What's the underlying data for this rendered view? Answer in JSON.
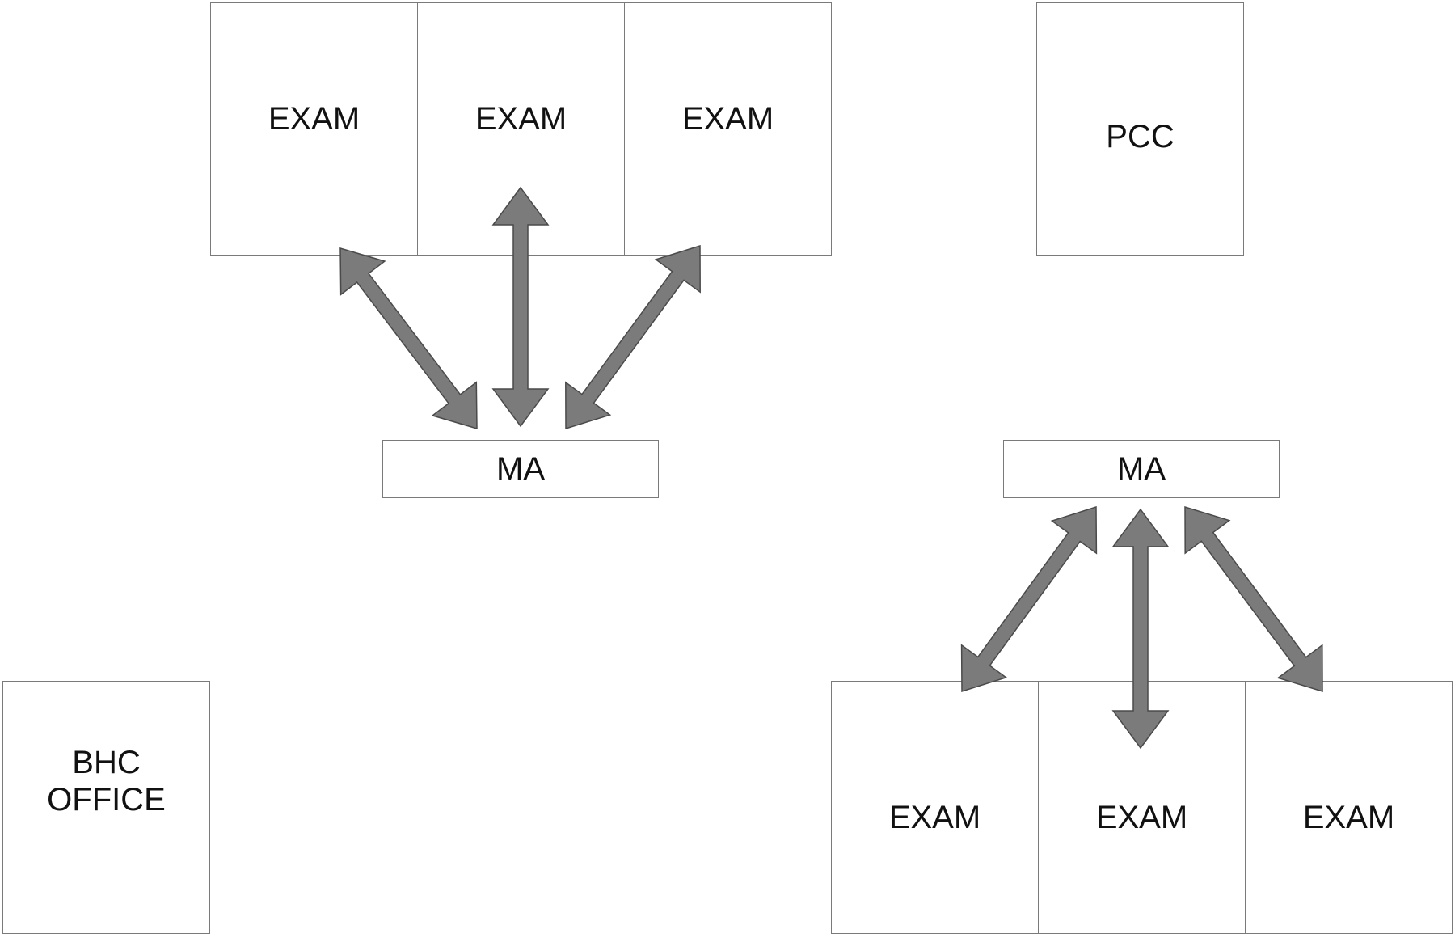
{
  "colors": {
    "background": "#ffffff",
    "room_border": "#7a7a7a",
    "arrow_fill": "#7b7b7b",
    "arrow_stroke": "#4a4a4a",
    "text": "#111111"
  },
  "top_cluster": {
    "exam_rooms": [
      "EXAM",
      "EXAM",
      "EXAM"
    ],
    "ma_station": "MA",
    "connections": 3
  },
  "pcc_room": "PCC",
  "bottom_cluster": {
    "ma_station": "MA",
    "exam_rooms": [
      "EXAM",
      "EXAM",
      "EXAM"
    ],
    "connections": 3
  },
  "bhc_office": "BHC\nOFFICE",
  "arrow_icon": "double-headed-arrow-icon"
}
